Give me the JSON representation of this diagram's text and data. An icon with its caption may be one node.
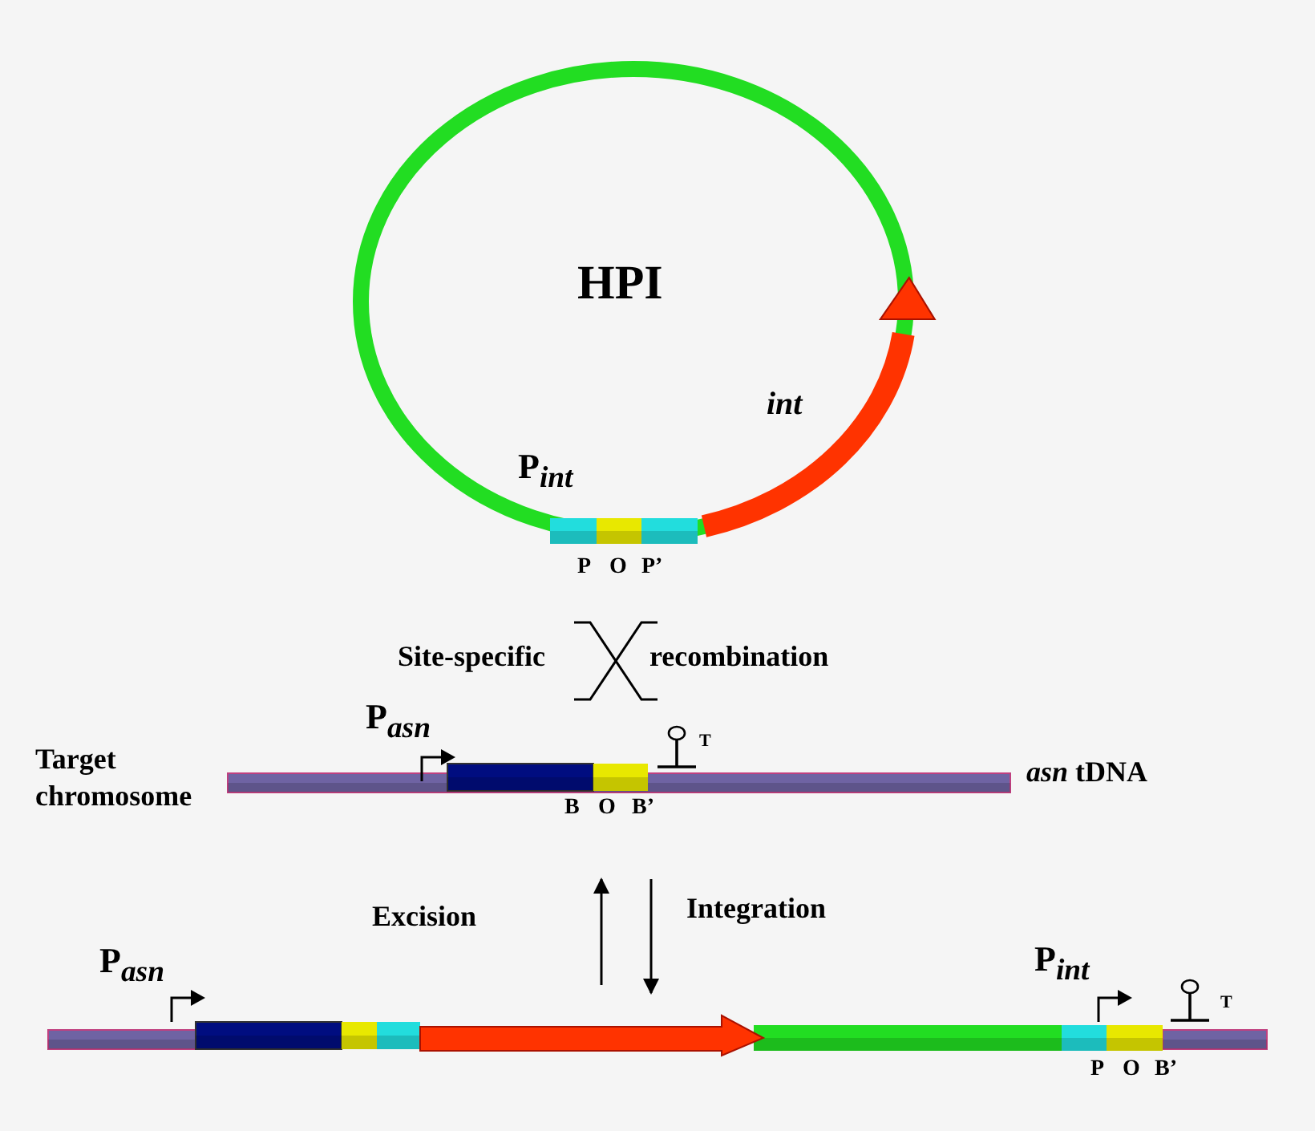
{
  "diagram": {
    "nodes": [
      {
        "text": [
          "HPI"
        ]
      },
      {
        "text": [
          "Target chromosome"
        ],
        "beside": [
          "*asn* tDNA"
        ]
      },
      {
        "text": [],
        "shape": "bar"
      }
    ],
    "edges": [
      {
        "from": 2,
        "to": 1,
        "arrow": "to",
        "label": "Excision"
      },
      {
        "from": 1,
        "to": 2,
        "arrow": "to",
        "label": "Integration"
      }
    ],
    "labels": [
      "int",
      "P$_{int}$",
      "P",
      "O",
      "P’",
      "Site-specific",
      "recombination",
      "P$_{asn}$",
      "T",
      "B",
      "O",
      "B’",
      "P$_{asn}$",
      "P$_{int}$",
      "T",
      "P",
      "O",
      "B’"
    ]
  }
}
